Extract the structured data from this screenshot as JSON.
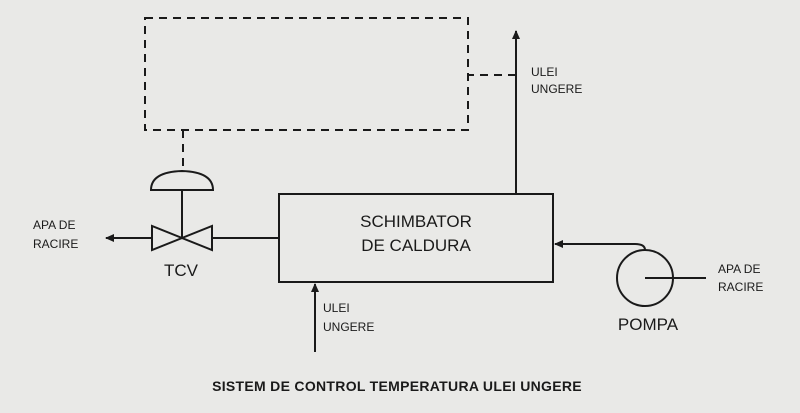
{
  "diagram": {
    "heat_exchanger_line1": "SCHIMBATOR",
    "heat_exchanger_line2": "DE CALDURA",
    "valve_label": "TCV",
    "pump_label": "POMPA",
    "oil_out_line1": "ULEI",
    "oil_out_line2": "UNGERE",
    "oil_in_line1": "ULEI",
    "oil_in_line2": "UNGERE",
    "water_out_line1": "APA DE",
    "water_out_line2": "RACIRE",
    "water_in_line1": "APA DE",
    "water_in_line2": "RACIRE",
    "caption": "SISTEM DE CONTROL TEMPERATURA ULEI UNGERE"
  }
}
